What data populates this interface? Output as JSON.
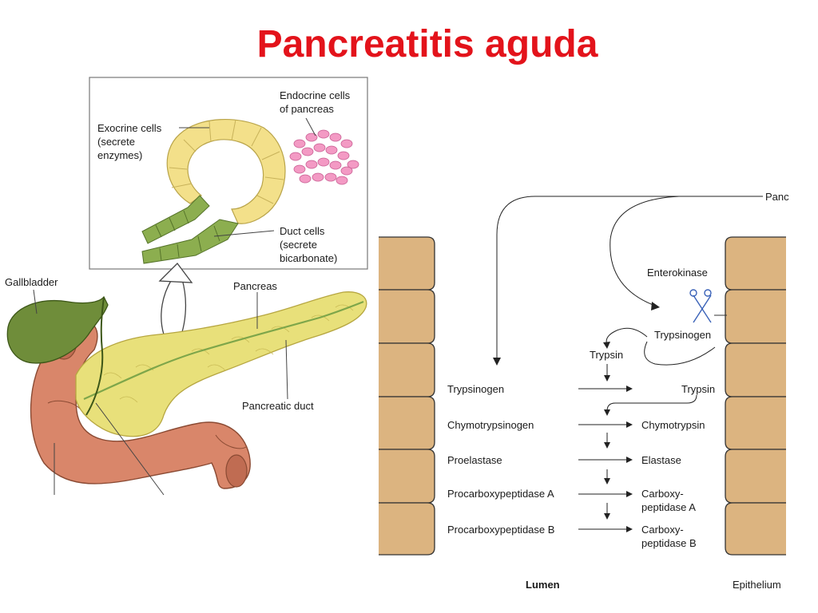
{
  "title": "Pancreatitis aguda",
  "anatomy": {
    "labels": {
      "exocrine_1": "Exocrine cells",
      "exocrine_2": "(secrete",
      "exocrine_3": "enzymes)",
      "endocrine_1": "Endocrine cells",
      "endocrine_2": "of pancreas",
      "duct_1": "Duct cells",
      "duct_2": "(secrete",
      "duct_3": "bicarbonate)",
      "gallbladder": "Gallbladder",
      "pancreas": "Pancreas",
      "pancreatic_duct": "Pancreatic duct"
    },
    "colors": {
      "acinar": "#f3e08a",
      "duct_cells": "#8cae4f",
      "endocrine": "#f39ac4",
      "pancreas": "#e8e07a",
      "gallbladder": "#6f8d3a",
      "duodenum": "#d9866a"
    }
  },
  "activation": {
    "top_cut_label": "Panc",
    "enterokinase": "Enterokinase",
    "trypsinogen_top": "Trypsinogen",
    "trypsin_top": "Trypsin",
    "rows": [
      {
        "zymogen": "Trypsinogen",
        "active_1": "Trypsin",
        "active_2": ""
      },
      {
        "zymogen": "Chymotrypsinogen",
        "active_1": "Chymotrypsin",
        "active_2": ""
      },
      {
        "zymogen": "Proelastase",
        "active_1": "Elastase",
        "active_2": ""
      },
      {
        "zymogen": "Procarboxypeptidase A",
        "active_1": "Carboxy-",
        "active_2": "peptidase A"
      },
      {
        "zymogen": "Procarboxypeptidase B",
        "active_1": "Carboxy-",
        "active_2": "peptidase B"
      }
    ],
    "lumen": "Lumen",
    "epithelium": "Epithelium",
    "colors": {
      "cell": "#dcb480",
      "cell_border": "#333333"
    }
  }
}
